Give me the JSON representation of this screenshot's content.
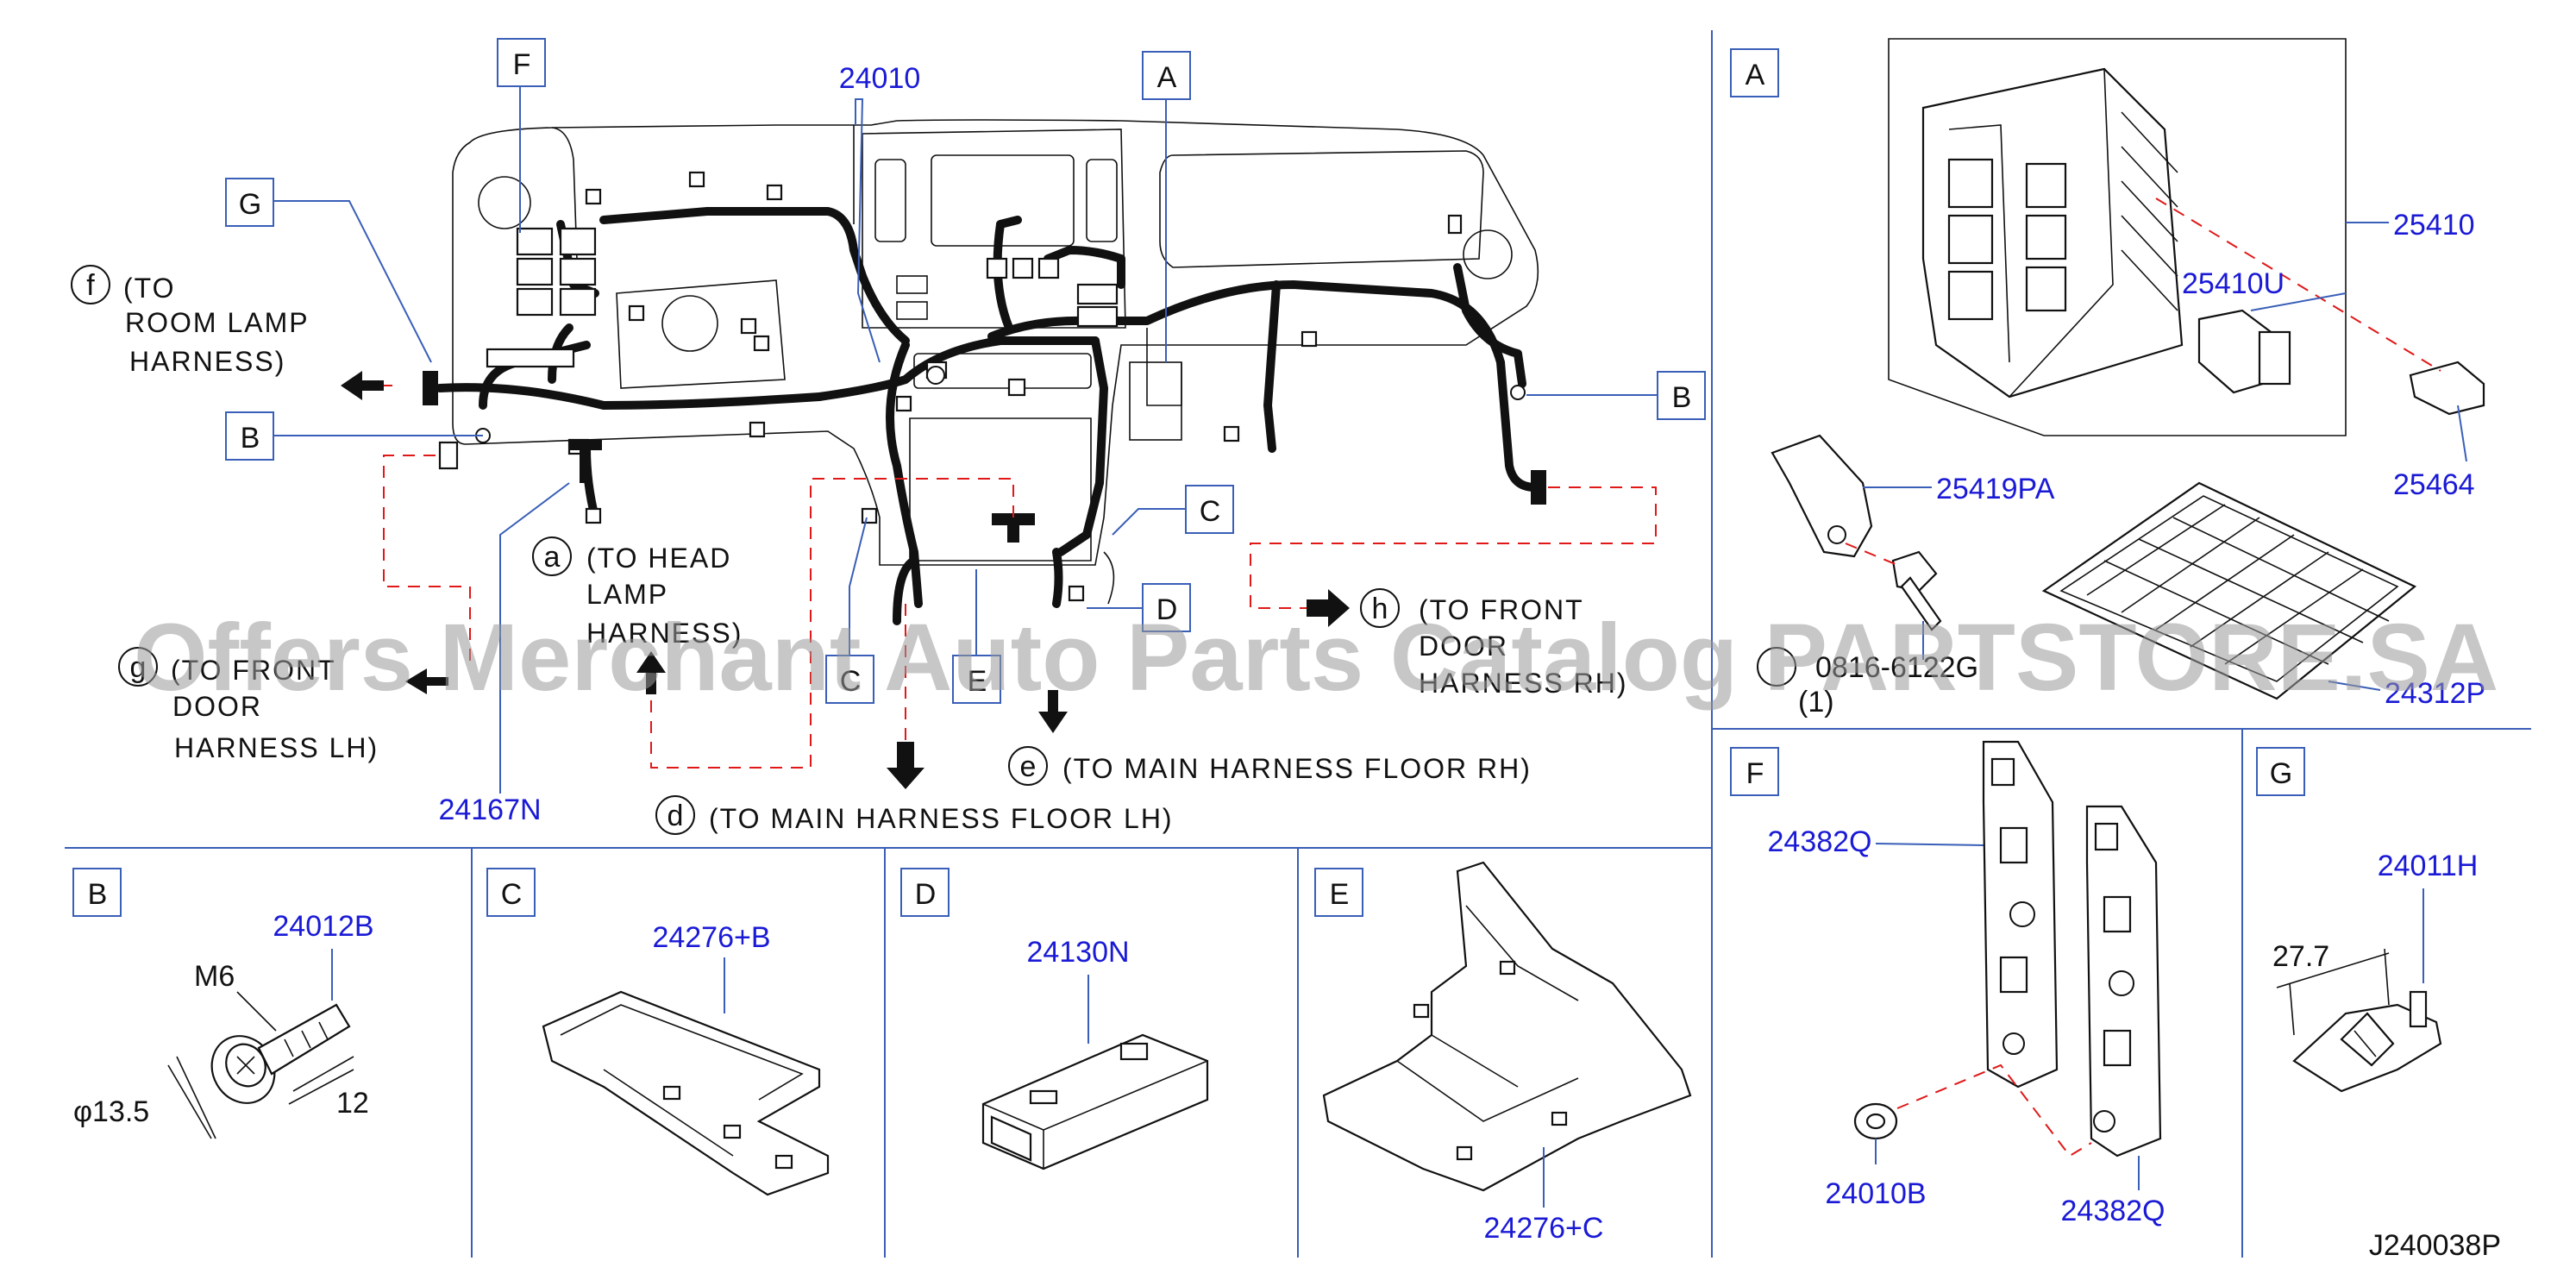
{
  "diagram_code": "J240038P",
  "watermark": "Offers Merchant Auto Parts Catalog PARTSTORE.SA",
  "callout_boxes": {
    "A": "A",
    "B": "B",
    "C": "C",
    "D": "D",
    "E": "E",
    "F": "F",
    "G": "G"
  },
  "main_view": {
    "part_24010": "24010",
    "part_24167N": "24167N",
    "notes": {
      "a_letter": "a",
      "a_text1": "(TO   HEAD",
      "a_text2": "LAMP",
      "a_text3": "HARNESS)",
      "d_letter": "d",
      "d_text": "(TO   MAIN     HARNESS     FLOOR   LH)",
      "e_letter": "e",
      "e_text": "(TO   MAIN     HARNESS     FLOOR   RH)",
      "f_letter": "f",
      "f_text1": "(TO",
      "f_text2": "ROOM   LAMP",
      "f_text3": "HARNESS)",
      "g_letter": "g",
      "g_text1": "(TO   FRONT",
      "g_text2": "DOOR",
      "g_text3": "HARNESS   LH)",
      "h_letter": "h",
      "h_text1": "(TO   FRONT",
      "h_text2": "DOOR",
      "h_text3": "HARNESS     RH)"
    }
  },
  "panel_A": {
    "label": "A",
    "part_25410": "25410",
    "part_25410U": "25410U",
    "part_25464": "25464",
    "part_25419PA": "25419PA",
    "bolt_code": "0816-6122G",
    "bolt_qty": "(1)",
    "part_24312P": "24312P"
  },
  "panel_B": {
    "label": "B",
    "part": "24012B",
    "thread": "M6",
    "diameter": "φ13.5",
    "length": "12"
  },
  "panel_C": {
    "label": "C",
    "part": "24276+B"
  },
  "panel_D": {
    "label": "D",
    "part": "24130N"
  },
  "panel_E": {
    "label": "E",
    "part": "24276+C"
  },
  "panel_F": {
    "label": "F",
    "part_top": "24382Q",
    "part_nut": "24010B",
    "part_bottom": "24382Q"
  },
  "panel_G": {
    "label": "G",
    "part": "24011H",
    "dimension": "27.7"
  }
}
